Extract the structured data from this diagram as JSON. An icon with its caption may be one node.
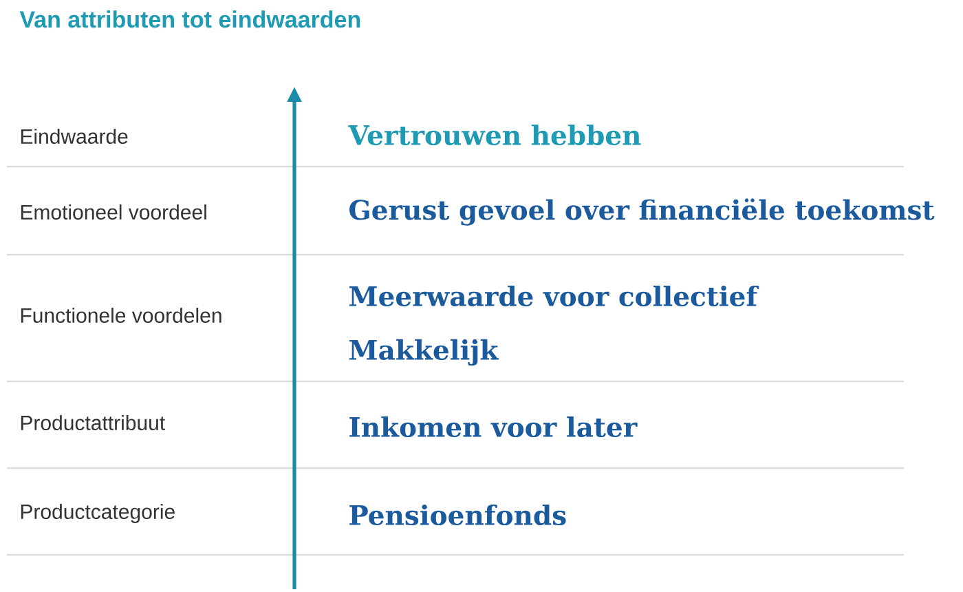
{
  "diagram": {
    "title": "Van attributen tot eindwaarden",
    "labels": [
      "Eindwaarde",
      "Vertrouwen hebben",
      "Emotioneel voordeel",
      "Gerust gevoel over financiële toekomst",
      "Functionele voordelen",
      "Meerwaarde voor collectief",
      "Makkelijk",
      "Productattribuut",
      "Inkomen voor later",
      "Productcategorie",
      "Pensioenfonds"
    ]
  }
}
